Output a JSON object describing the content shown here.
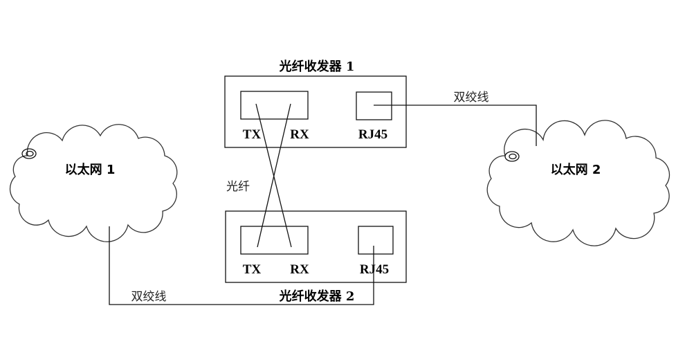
{
  "transceiver_1": {
    "title": "光纤收发器 1",
    "tx_label": "TX",
    "rx_label": "RX",
    "rj45_label": "RJ45"
  },
  "transceiver_2": {
    "title": "光纤收发器 2",
    "tx_label": "TX",
    "rx_label": "RX",
    "rj45_label": "RJ45"
  },
  "fiber_label": "光纤",
  "ethernet_1": {
    "label": "以太网 1"
  },
  "ethernet_2": {
    "label": "以太网 2"
  },
  "twisted_pair_top_label": "双绞线",
  "twisted_pair_bottom_label": "双绞线",
  "colors": {
    "stroke": "#111111",
    "background": "#ffffff"
  }
}
